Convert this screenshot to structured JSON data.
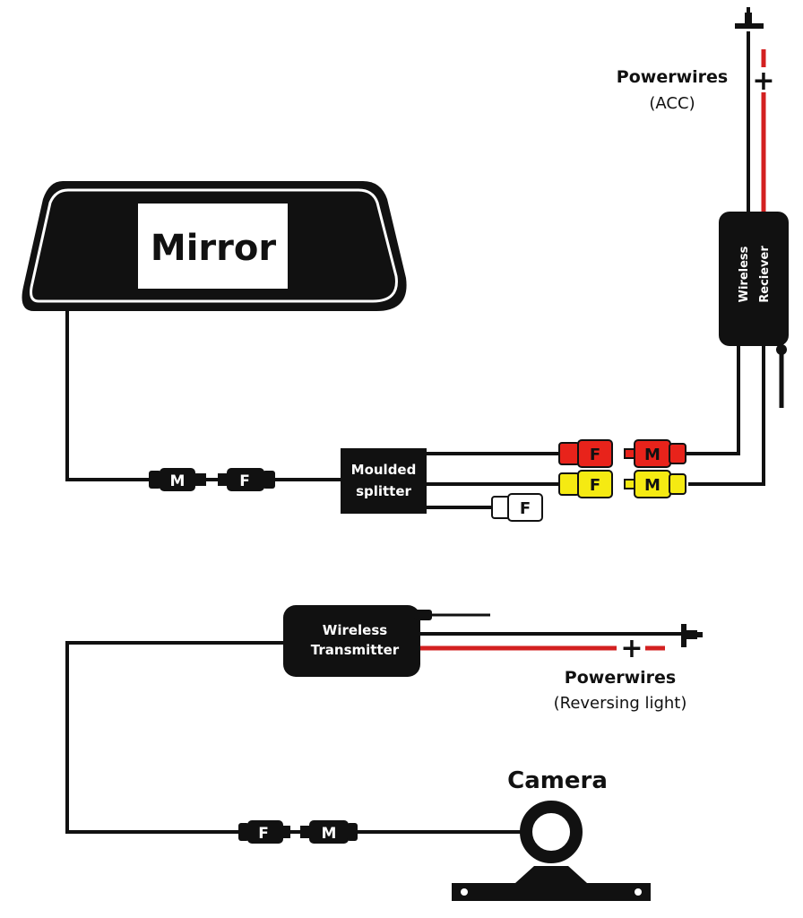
{
  "mirror": {
    "label": "Mirror"
  },
  "receiver": {
    "line1": "Wireless",
    "line2": "Reciever"
  },
  "splitter": {
    "line1": "Moulded",
    "line2": "splitter"
  },
  "transmitter": {
    "line1": "Wireless",
    "line2": "Transmitter"
  },
  "camera": {
    "label": "Camera"
  },
  "power_acc": {
    "title": "Powerwires",
    "subtitle": "(ACC)",
    "plus": "+"
  },
  "power_reverse": {
    "title": "Powerwires",
    "subtitle": "(Reversing light)",
    "plus": "+"
  },
  "connectors": {
    "mirror_m": "M",
    "mirror_f": "F",
    "red_f": "F",
    "red_m": "M",
    "yellow_f": "F",
    "yellow_m": "M",
    "white_f": "F",
    "camera_f": "F",
    "camera_m": "M"
  },
  "colors": {
    "wire": "#111111",
    "power_red": "#d32020",
    "red_plug": "#e8231b",
    "yellow_plug": "#f5ea12",
    "white_plug": "#ffffff"
  }
}
